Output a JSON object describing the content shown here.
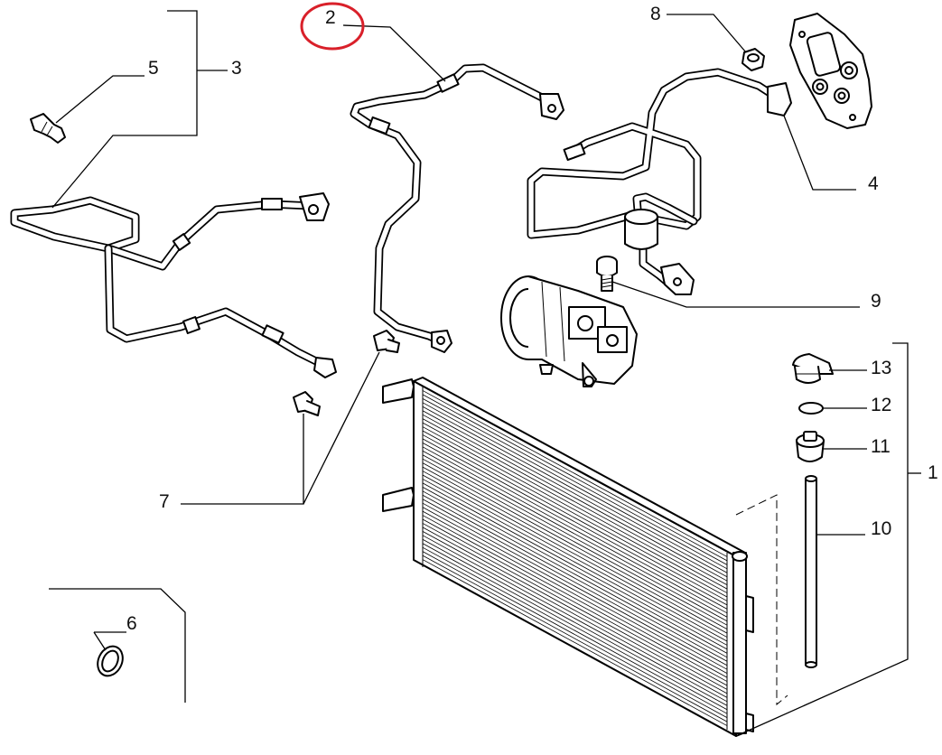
{
  "diagram": {
    "callouts": [
      {
        "id": "1",
        "label": "1"
      },
      {
        "id": "2",
        "label": "2"
      },
      {
        "id": "3",
        "label": "3"
      },
      {
        "id": "4",
        "label": "4"
      },
      {
        "id": "5",
        "label": "5"
      },
      {
        "id": "6",
        "label": "6"
      },
      {
        "id": "7",
        "label": "7"
      },
      {
        "id": "8",
        "label": "8"
      },
      {
        "id": "9",
        "label": "9"
      },
      {
        "id": "10",
        "label": "10"
      },
      {
        "id": "11",
        "label": "11"
      },
      {
        "id": "12",
        "label": "12"
      },
      {
        "id": "13",
        "label": "13"
      }
    ],
    "highlight": {
      "callout": "2",
      "color": "#d9202a"
    }
  }
}
